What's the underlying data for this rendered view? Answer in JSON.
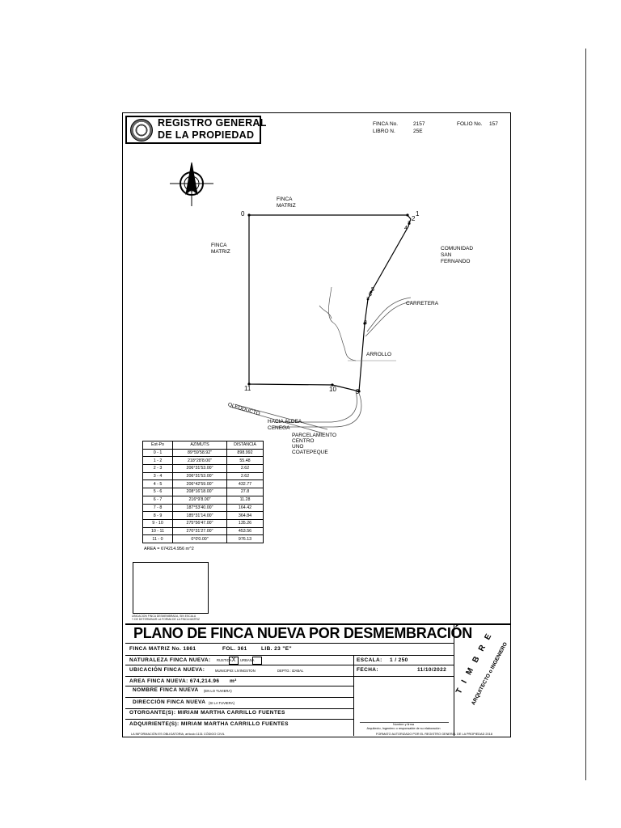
{
  "header": {
    "registry_line1": "REGISTRO GENERAL",
    "registry_line2": "DE LA PROPIEDAD",
    "finca_label": "FINCA No.",
    "finca_value": "2157",
    "folio_label": "FOLIO No.",
    "folio_value": "157",
    "libro_label": "LIBRO N.",
    "libro_value": "25E"
  },
  "map": {
    "finca_matriz_top": [
      "FINCA",
      "MATRIZ"
    ],
    "finca_matriz_left": [
      "FINCA",
      "MATRIZ"
    ],
    "comunidad": [
      "COMUNIDAD",
      "SAN",
      "FERNANDO"
    ],
    "carretera": "CARRETERA",
    "arrollo": "ARROLLO",
    "oleoducto": "OLEODUCTO",
    "hacia_aldea": [
      "HACIA ALDEA",
      "CENEGA"
    ],
    "parcelamiento": [
      "PARCELAMIENTO",
      "CENTRO",
      "UNO",
      "COATEPEQUE"
    ],
    "points": {
      "p0": "0",
      "p1": "1",
      "p2": "2",
      "p3": "3",
      "p4": "4",
      "p5": "5",
      "p6": "6",
      "p7": "7",
      "p8": "8",
      "p9": "9",
      "p10": "10",
      "p11": "11"
    }
  },
  "table": {
    "headers": [
      "Est-Po",
      "AZIMUTS",
      "DISTANCIA"
    ],
    "rows": [
      [
        "0 - 1",
        "89°59'58.92\"",
        "898.992"
      ],
      [
        "1 - 2",
        "218°28'8.00\"",
        "55.48"
      ],
      [
        "2 - 3",
        "206°31'53.00\"",
        "2.62"
      ],
      [
        "3 - 4",
        "206°31'53.00\"",
        "2.62"
      ],
      [
        "4 - 5",
        "206°42'59.00\"",
        "432.77"
      ],
      [
        "5 - 6",
        "208°16'18.00\"",
        "27.8"
      ],
      [
        "6 - 7",
        "216°9'8.00\"",
        "11.28"
      ],
      [
        "7 - 8",
        "187°53'40.00\"",
        "164.42"
      ],
      [
        "8 - 9",
        "185°31'14.00\"",
        "364.84"
      ],
      [
        "9 - 10",
        "275°56'47.00\"",
        "135.26"
      ],
      [
        "10 - 11",
        "270°31'27.00\"",
        "453.56"
      ],
      [
        "11 - 0",
        "0°0'0.00\"",
        "976.13"
      ]
    ],
    "area": "AREA = 674214.956 m^2"
  },
  "location_caption": [
    "UBICACION FINCA DESMEMBRADA, SIN ESCALA",
    "Y DE DETERMINAR LA FORMA DE LA FINCA MATRIZ"
  ],
  "form": {
    "title": "PLANO DE FINCA NUEVA POR DESMEMBRACIÓN",
    "finca_matriz": "FINCA MATRIZ No. 1861",
    "fol": "FOL. 361",
    "lib": "LIB. 23 \"E\"",
    "naturaleza_label": "NATURALEZA FINCA NUEVA:",
    "rustica_label": "RUSTICA",
    "rustica_mark": "X",
    "urbana_label": "URBANA",
    "ubicacion_label": "UBICACIÓN FINCA NUEVA:",
    "municipio": "MUNICIPIO: LIVINGSTON",
    "depto": "DEPTO.: IZABAL",
    "area_label": "AREA FINCA NUEVA: 674,214.96",
    "area_unit": "m²",
    "nombre_label": "NOMBRE FINCA NUEVA",
    "nombre_value": "(EN LO TUVIERA)",
    "direccion_label": "DIRECCIÓN FINCA NUEVA",
    "direccion_value": "(SI LA TUVIERA)",
    "otorgante": "OTORGANTE(S): MIRIAM MARTHA CARRILLO FUENTES",
    "adquiriente": "ADQUIRIENTE(S): MIRIAM MARTHA CARRILLO FUENTES",
    "escala_label": "ESCALA:",
    "escala_value": "1 / 250",
    "fecha_label": "FECHA:",
    "fecha_value": "11/10/2022",
    "firma_line1": "Nombre y firma",
    "firma_line2": "Arquitecto, Ingeniero o responsable de su elaboración",
    "timbre": "T I M B R E",
    "timbre_sub": "ARQUITECTO o INGENIERO"
  },
  "footer": {
    "left": "LA INFORMACIÓN ES OBLIGATORIA, artículo 1131 CÓDIGO CIVIL",
    "right": "FORMATO AUTORIZADO POR EL REGISTRO GENERAL DE LA PROPIEDAD 2018"
  }
}
